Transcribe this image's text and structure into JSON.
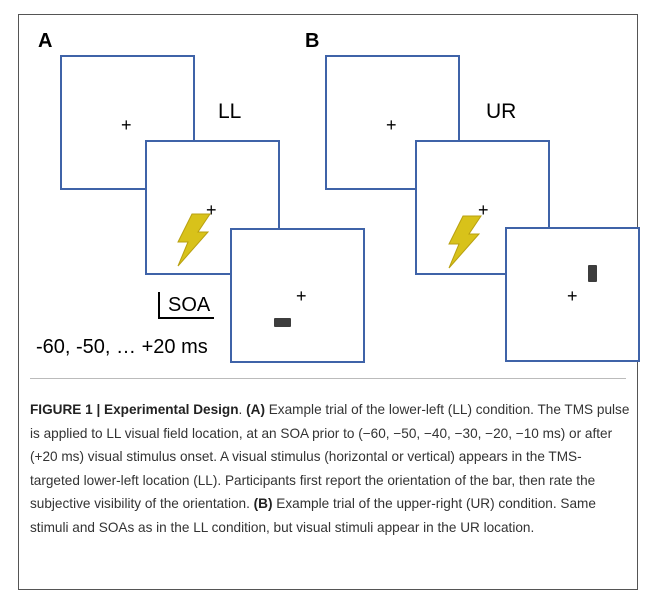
{
  "panels": {
    "a": {
      "letter": "A",
      "condition": "LL",
      "fixation": "+",
      "soa_label": "SOA",
      "soa_range": "-60, -50, … +20 ms"
    },
    "b": {
      "letter": "B",
      "condition": "UR",
      "fixation": "+"
    }
  },
  "colors": {
    "box_border": "#3f63a8",
    "bolt_fill": "#d8c21a",
    "bar_fill": "#3d3d3d"
  },
  "caption": {
    "lead": "FIGURE 1 | Experimental Design",
    "sep1": ". ",
    "ref_a": "(A)",
    "text_a": " Example trial of the lower-left (LL) condition. The TMS pulse is applied to LL visual field location, at an SOA prior to (−60, −50, −40, −30, −20, −10 ms) or after (+20 ms) visual stimulus onset. A visual stimulus (horizontal or vertical) appears in the TMS-targeted lower-left location (LL). Participants first report the orientation of the bar, then rate the subjective visibility of the orientation. ",
    "ref_b": "(B)",
    "text_b": " Example trial of the upper-right (UR) condition. Same stimuli and SOAs as in the LL condition, but visual stimuli appear in the UR location."
  }
}
